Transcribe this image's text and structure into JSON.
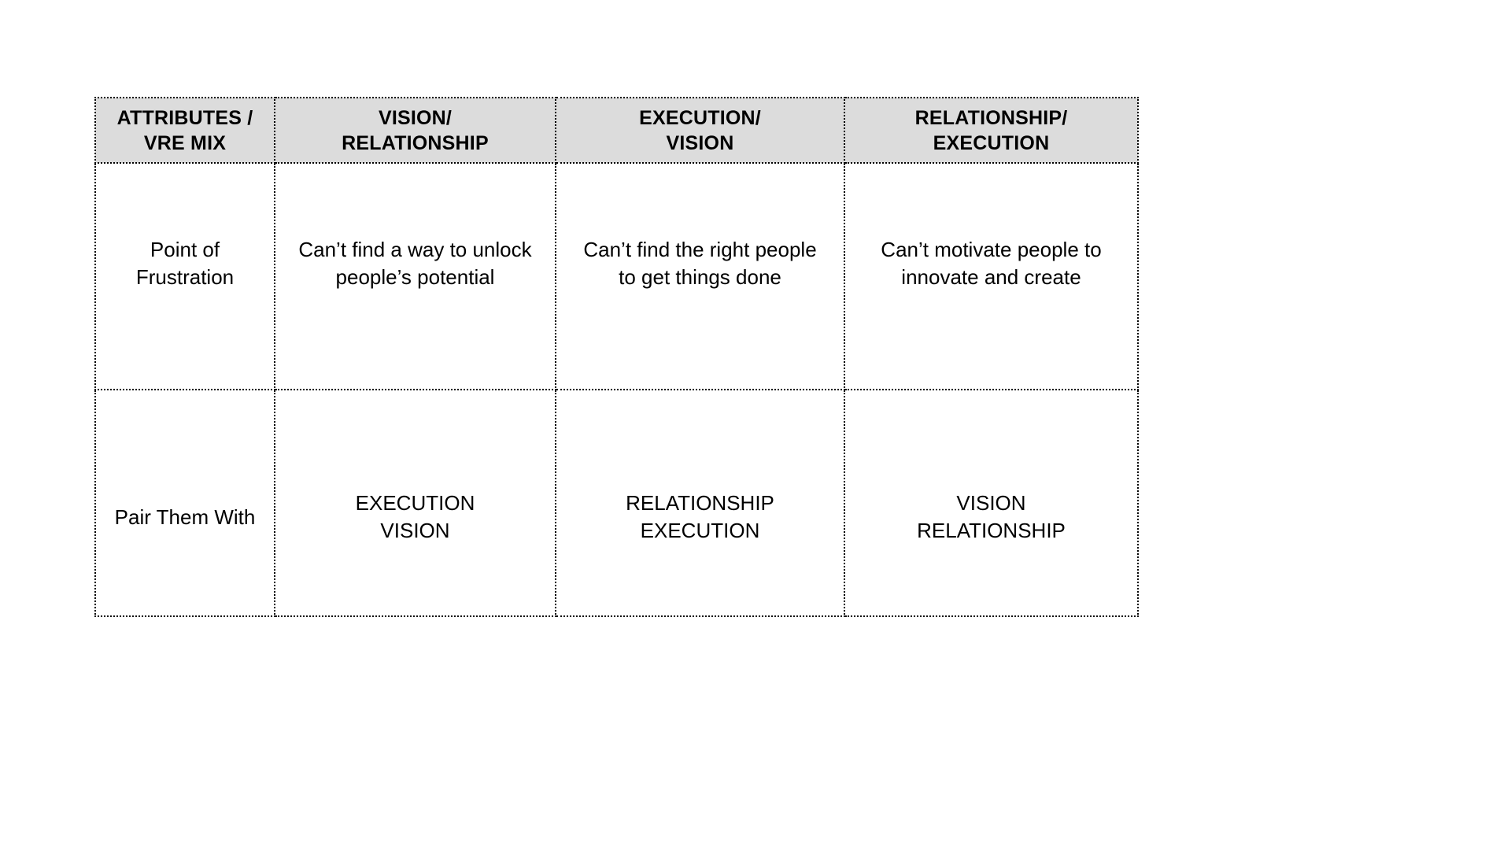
{
  "table": {
    "columns": [
      {
        "id": "attributes",
        "line1": "ATTRIBUTES /",
        "line2": "VRE MIX"
      },
      {
        "id": "vision-relationship",
        "line1": "VISION/",
        "line2": "RELATIONSHIP"
      },
      {
        "id": "execution-vision",
        "line1": "EXECUTION/",
        "line2": "VISION"
      },
      {
        "id": "relationship-execution",
        "line1": "RELATIONSHIP/",
        "line2": "EXECUTION"
      }
    ],
    "rows": [
      {
        "id": "point-of-frustration",
        "label_line1": "Point of",
        "label_line2": "Frustration",
        "cells": [
          {
            "line1": "Can’t find a way to unlock",
            "line2": "people’s potential"
          },
          {
            "line1": "Can’t find the right people",
            "line2": "to get things done"
          },
          {
            "line1": "Can’t motivate people to",
            "line2": "innovate and create"
          }
        ]
      },
      {
        "id": "pair-them-with",
        "label_line1": "Pair Them With",
        "label_line2": "",
        "cells": [
          {
            "line1": "EXECUTION",
            "line2": "VISION"
          },
          {
            "line1": "RELATIONSHIP",
            "line2": "EXECUTION"
          },
          {
            "line1": "VISION",
            "line2": "RELATIONSHIP"
          }
        ]
      }
    ],
    "colors": {
      "header_background": "#dcdcdc",
      "cell_background": "#ffffff",
      "border": "#000000",
      "text": "#000000",
      "page_background": "#ffffff"
    }
  }
}
